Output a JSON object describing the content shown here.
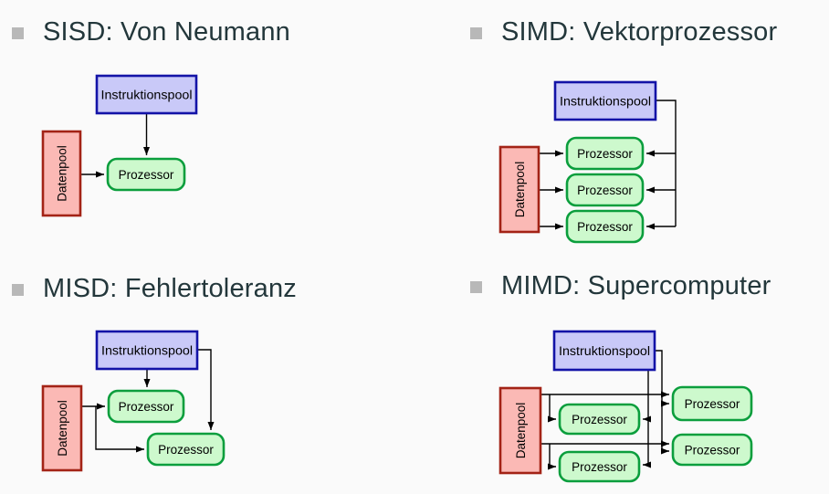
{
  "slide": {
    "background": "#fafafa",
    "title_color": "#23373b",
    "bullet_color": "#b8b8b8"
  },
  "panels": [
    {
      "id": "sisd",
      "title": "SISD: Von Neumann",
      "processor_count": 1
    },
    {
      "id": "simd",
      "title": "SIMD: Vektorprozessor",
      "processor_count": 3
    },
    {
      "id": "misd",
      "title": "MISD: Fehlertoleranz",
      "processor_count": 2
    },
    {
      "id": "mimd",
      "title": "MIMD: Supercomputer",
      "processor_count": 4
    }
  ],
  "diagram_labels": {
    "instruction_pool": "Instruktionspool",
    "data_pool": "Datenpool",
    "processor": "Prozessor"
  },
  "colors": {
    "instruction_pool_fill": "#c9c9f8",
    "instruction_pool_border": "#1313a7",
    "data_pool_fill": "#fbb9b5",
    "data_pool_border": "#a32316",
    "processor_fill": "#cdf9cd",
    "processor_border": "#0b9e3d",
    "arrow": "#000000",
    "label_text": "#000000"
  }
}
